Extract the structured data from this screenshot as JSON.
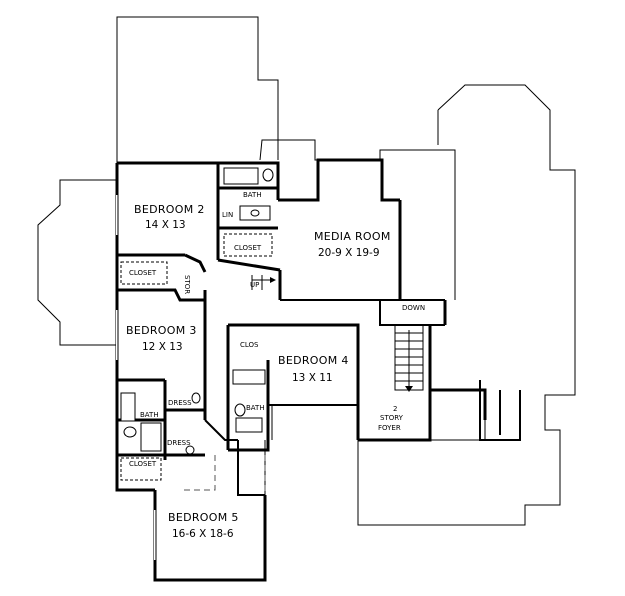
{
  "rooms": {
    "bedroom2": {
      "name": "BEDROOM 2",
      "dims": "14 X 13"
    },
    "media": {
      "name": "MEDIA ROOM",
      "dims": "20-9 X 19-9"
    },
    "bedroom3": {
      "name": "BEDROOM 3",
      "dims": "12 X 13"
    },
    "bedroom4": {
      "name": "BEDROOM 4",
      "dims": "13 X 11"
    },
    "bedroom5": {
      "name": "BEDROOM 5",
      "dims": "16-6 X 18-6"
    },
    "foyer": {
      "line1": "2",
      "line2": "STORY",
      "line3": "FOYER"
    }
  },
  "small_labels": {
    "bath_top": "BATH",
    "lin": "LIN",
    "closet_top": "CLOSET",
    "closet_b3": "CLOSET",
    "stor": "STOR",
    "up": "UP",
    "down": "DOWN",
    "clos_b4": "CLOS",
    "bath_b4": "BATH",
    "dress_upper": "DRESS",
    "bath_left": "BATH",
    "dress_lower": "DRESS",
    "closet_b5": "CLOSET"
  }
}
